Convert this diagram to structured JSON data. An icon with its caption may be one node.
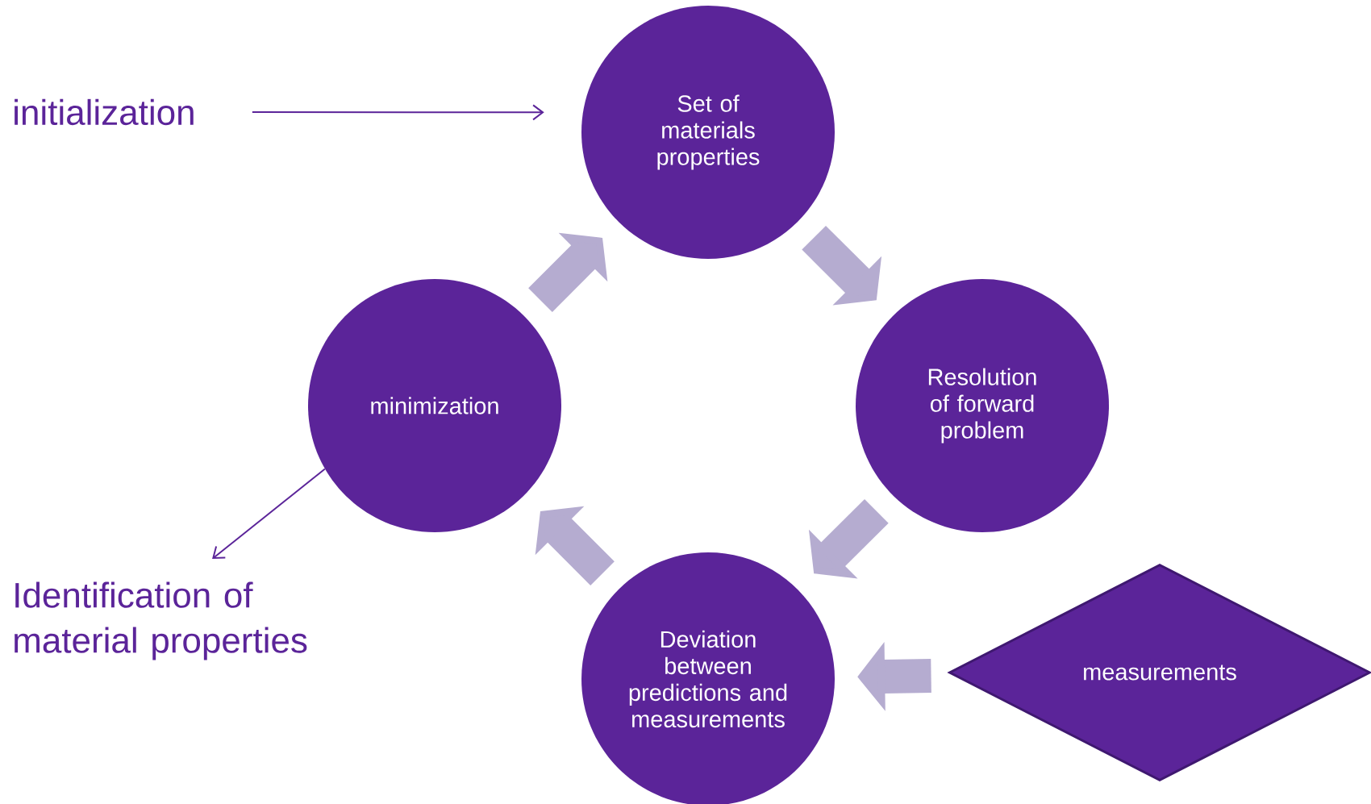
{
  "diagram": {
    "nodes": [
      {
        "text": [
          "initialization"
        ]
      },
      {
        "text": [
          "Set of materials properties"
        ]
      },
      {
        "text": [
          "minimization"
        ]
      },
      {
        "text": [
          "Resolution of forward problem"
        ]
      },
      {
        "text": [
          "Identification of material properties"
        ]
      },
      {
        "text": [
          "Deviation between predictions and measurements"
        ]
      },
      {
        "text": [
          "measurements"
        ]
      }
    ],
    "edges": [
      {
        "from": 0,
        "to": 1,
        "arrow": "to",
        "color": "#5b2499"
      },
      {
        "from": 1,
        "to": 3,
        "arrow": "to"
      },
      {
        "from": 3,
        "to": 5,
        "arrow": "to"
      },
      {
        "from": 5,
        "to": 2,
        "arrow": "to"
      },
      {
        "from": 2,
        "to": 1,
        "arrow": "to"
      },
      {
        "from": 6,
        "to": 5,
        "arrow": "to"
      },
      {
        "from": 2,
        "to": 4,
        "arrow": "to",
        "color": "#5b2499"
      }
    ]
  }
}
